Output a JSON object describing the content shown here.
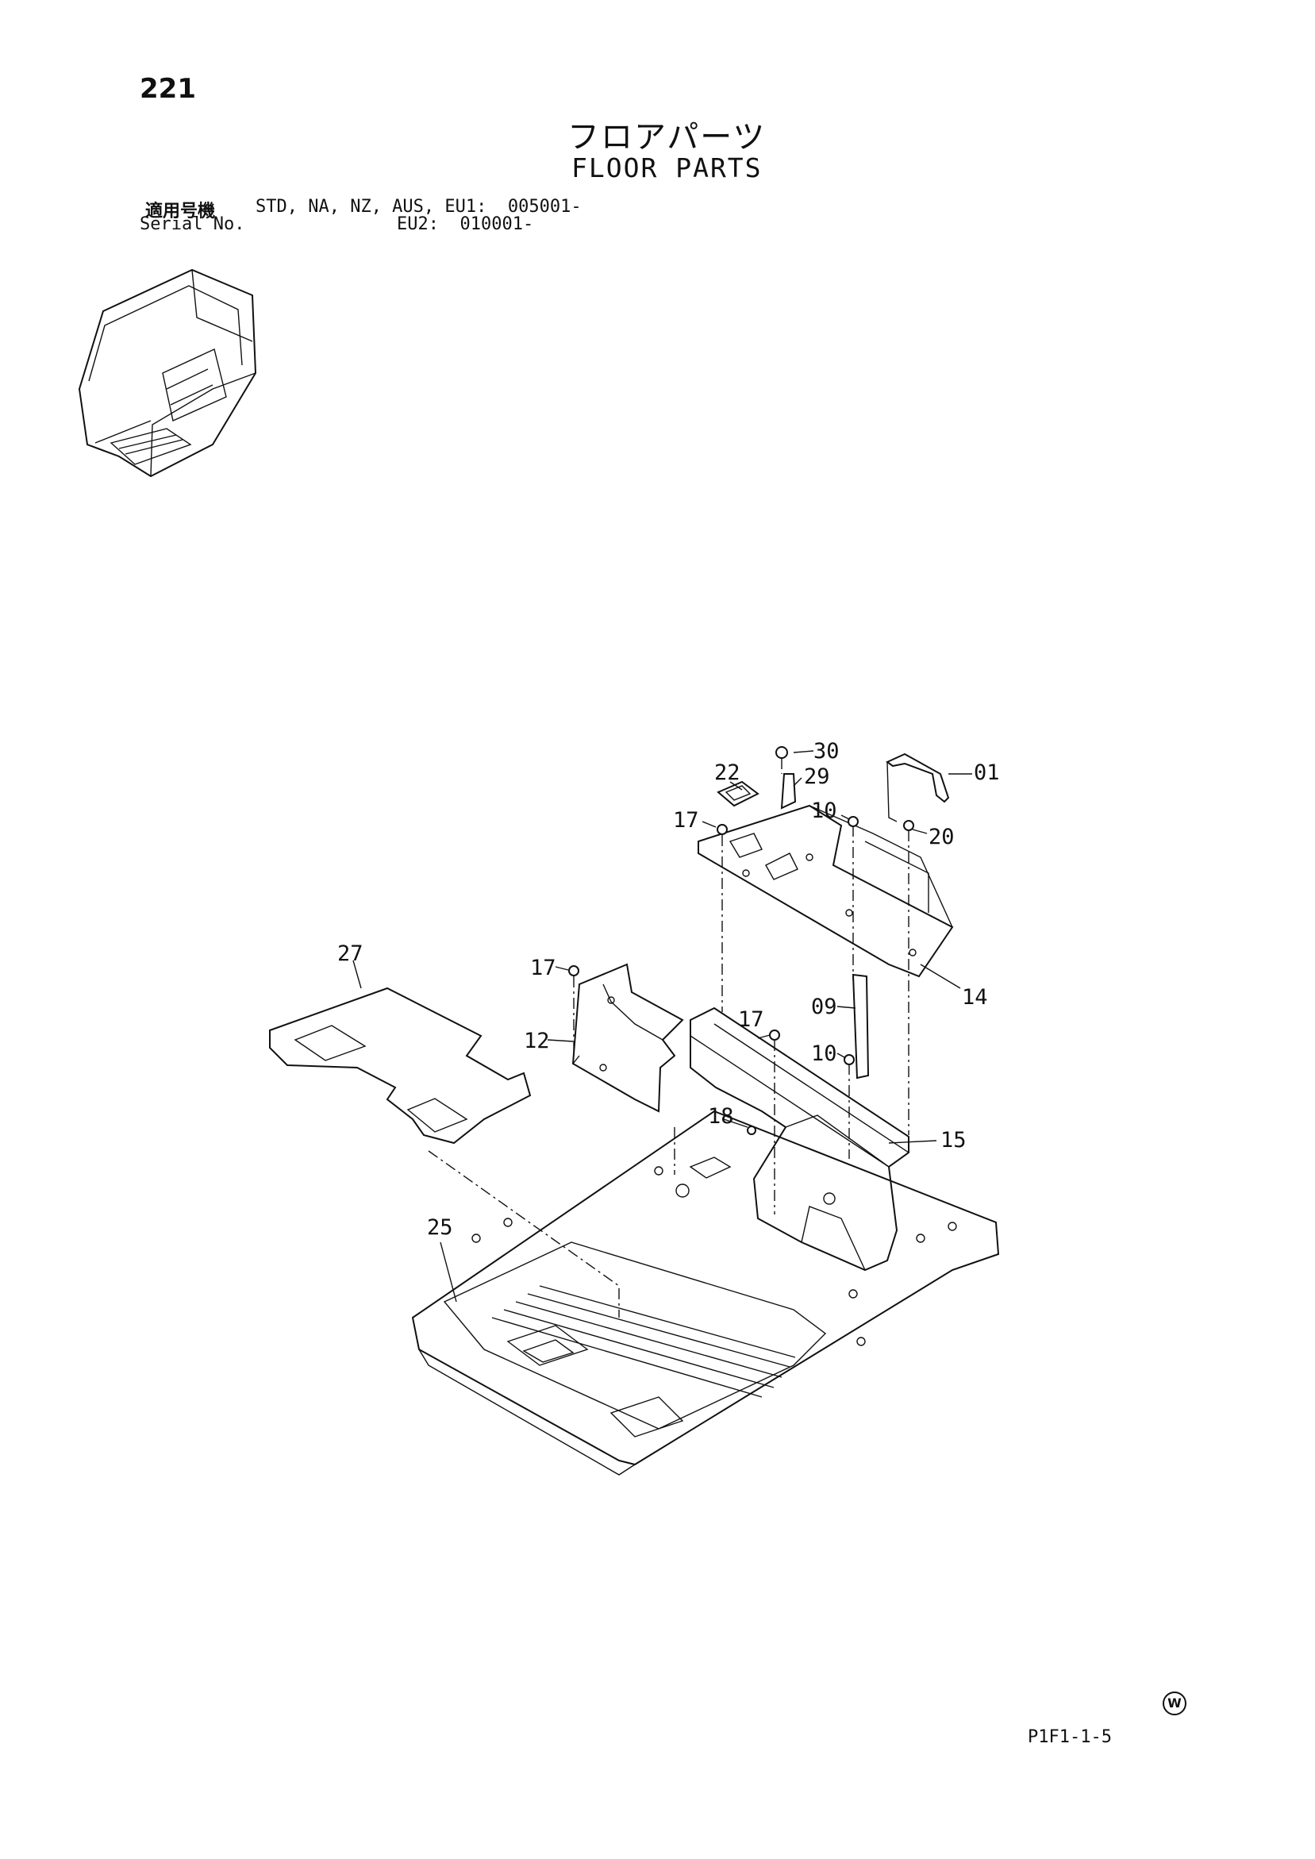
{
  "page_number": "221",
  "title_jp": "フロアパーツ",
  "title_en": "FLOOR PARTS",
  "serial": {
    "label_jp": "適用号機",
    "label_en": "Serial No.",
    "line1": "STD, NA, NZ, AUS, EU1:  005001-",
    "line2": "EU2:  010001-"
  },
  "part_labels": [
    "30",
    "01",
    "22",
    "29",
    "17",
    "10",
    "20",
    "14",
    "27",
    "17",
    "09",
    "12",
    "17",
    "10",
    "18",
    "15",
    "25"
  ],
  "reference_code": "P1F1-1-5",
  "mark": "W"
}
